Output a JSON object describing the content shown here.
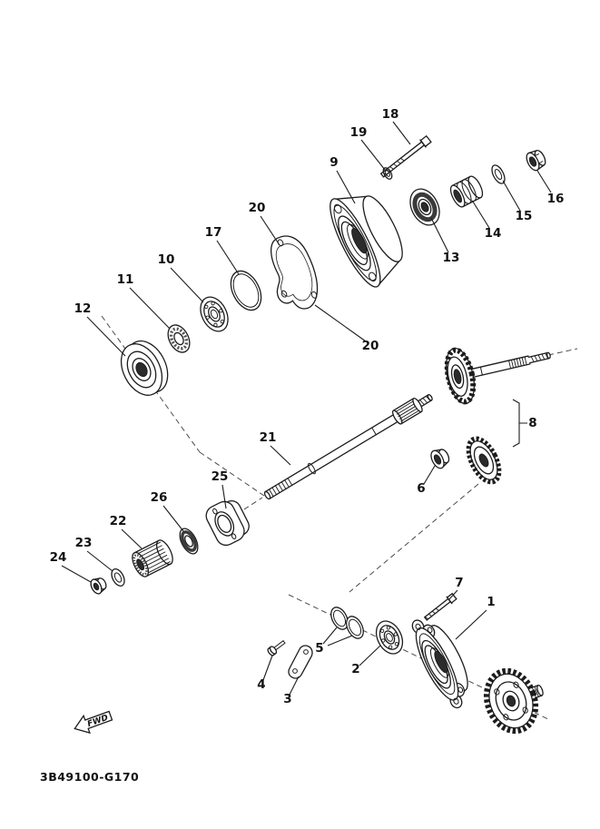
{
  "diagram": {
    "part_code": "3B49100-G170",
    "fwd_label": "FWD",
    "callouts": {
      "c1": "1",
      "c2": "2",
      "c3": "3",
      "c4": "4",
      "c5": "5",
      "c6": "6",
      "c7": "7",
      "c8": "8",
      "c9": "9",
      "c10": "10",
      "c11": "11",
      "c12": "12",
      "c13": "13",
      "c14": "14",
      "c15": "15",
      "c16": "16",
      "c17": "17",
      "c18": "18",
      "c19": "19",
      "c20a": "20",
      "c20b": "20",
      "c21": "21",
      "c22": "22",
      "c23": "23",
      "c24": "24",
      "c25": "25",
      "c26": "26"
    }
  }
}
